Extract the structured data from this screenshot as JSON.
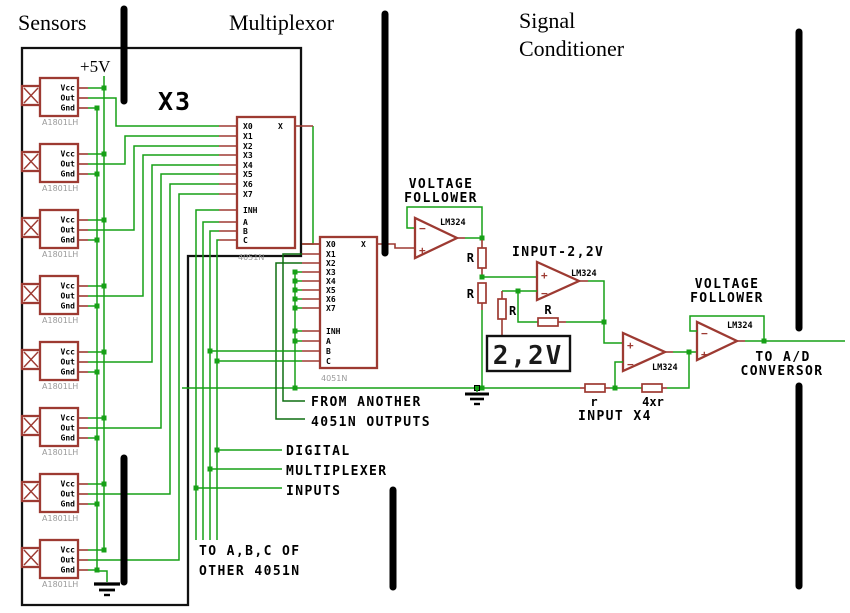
{
  "titles": {
    "sensors": "Sensors",
    "multiplexor": "Multiplexor",
    "signal_line1": "Signal",
    "signal_line2": "Conditioner"
  },
  "sensors": {
    "count": 8,
    "power_label": "+5V",
    "bank_label": "X3",
    "pin_labels": [
      "Vcc",
      "Out",
      "Gnd"
    ],
    "part_number": "A1801LH"
  },
  "multiplexer": {
    "part_label": "4051N",
    "input_pins": [
      "X0",
      "X1",
      "X2",
      "X3",
      "X4",
      "X5",
      "X6",
      "X7"
    ],
    "control_pins": [
      "INH",
      "A",
      "B",
      "C"
    ],
    "output_pin": "X"
  },
  "signal_conditioner": {
    "opamp_part": "LM324",
    "plus": "+",
    "minus": "−",
    "voltage_follower_1": [
      "VOLTAGE",
      "FOLLOWER"
    ],
    "voltage_follower_2": [
      "VOLTAGE",
      "FOLLOWER"
    ],
    "input_offset_label": "INPUT-2,2V",
    "reference_value": "2,2V",
    "resistor_label": "R",
    "resistor_r": "r",
    "resistor_4xr": "4xr",
    "gain_label": "INPUT X4",
    "output_label": [
      "TO A/D",
      "CONVERSOR"
    ]
  },
  "annotations": {
    "from_another": [
      "FROM ANOTHER",
      "4051N OUTPUTS"
    ],
    "digital_inputs": [
      "DIGITAL",
      "MULTIPLEXER",
      "INPUTS"
    ],
    "to_abc": [
      "TO A,B,C OF",
      "OTHER 4051N"
    ]
  },
  "colors": {
    "wire": "#17A017",
    "wire_dark": "#0E6E11",
    "component": "#9D3A32",
    "bar": "#000000",
    "part_label": "#9A9A9A",
    "text": "#000000",
    "reference_text": "#1A1A1A",
    "background": "#FFFFFF"
  }
}
